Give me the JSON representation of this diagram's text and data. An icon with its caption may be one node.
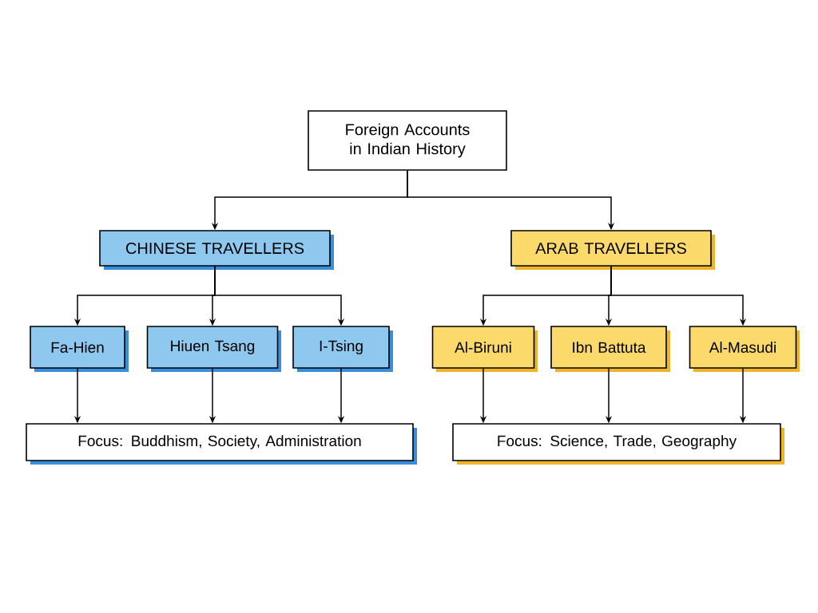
{
  "diagram": {
    "nodes": [
      {
        "text": [
          "Foreign Accounts in Indian History"
        ]
      },
      {
        "text": [
          "CHINESE TRAVELLERS"
        ]
      },
      {
        "text": [
          "ARAB TRAVELLERS"
        ]
      },
      {
        "text": [
          "Fa-Hien"
        ]
      },
      {
        "text": [
          "Hiuen Tsang"
        ]
      },
      {
        "text": [
          "I-Tsing"
        ]
      },
      {
        "text": [
          "Al-Biruni"
        ]
      },
      {
        "text": [
          "Ibn Battuta"
        ]
      },
      {
        "text": [
          "Al-Masudi"
        ]
      },
      {
        "text": [
          "Focus: Buddhism, Society, Administration"
        ]
      },
      {
        "text": [
          "Focus: Science, Trade, Geography"
        ]
      }
    ],
    "edges": [
      {
        "from": 0,
        "to": 1,
        "arrow": "to"
      },
      {
        "from": 0,
        "to": 2,
        "arrow": "to"
      },
      {
        "from": 1,
        "to": 3,
        "arrow": "to"
      },
      {
        "from": 1,
        "to": 4,
        "arrow": "to"
      },
      {
        "from": 1,
        "to": 5,
        "arrow": "to"
      },
      {
        "from": 2,
        "to": 6,
        "arrow": "to"
      },
      {
        "from": 2,
        "to": 7,
        "arrow": "to"
      },
      {
        "from": 2,
        "to": 8,
        "arrow": "to"
      },
      {
        "from": 3,
        "to": 9,
        "arrow": "to"
      },
      {
        "from": 4,
        "to": 9,
        "arrow": "to"
      },
      {
        "from": 5,
        "to": 9,
        "arrow": "to"
      },
      {
        "from": 6,
        "to": 10,
        "arrow": "to"
      },
      {
        "from": 7,
        "to": 10,
        "arrow": "to"
      },
      {
        "from": 8,
        "to": 10,
        "arrow": "to"
      }
    ]
  }
}
